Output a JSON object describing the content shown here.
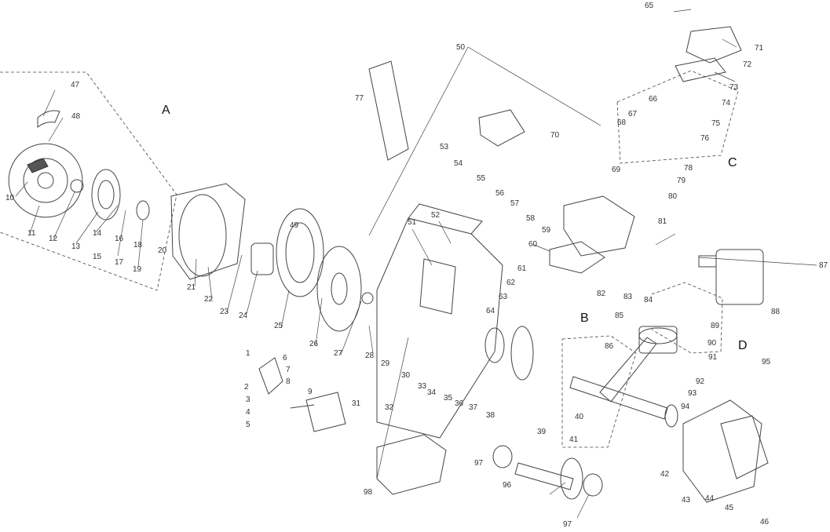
{
  "groups": {
    "A": "A",
    "B": "B",
    "C": "C",
    "D": "D"
  },
  "labels": {
    "n1": "1",
    "n2": "2",
    "n3": "3",
    "n4": "4",
    "n5": "5",
    "n6": "6",
    "n7": "7",
    "n8": "8",
    "n9": "9",
    "n10": "10",
    "n11": "11",
    "n12": "12",
    "n13": "13",
    "n14": "14",
    "n15": "15",
    "n16": "16",
    "n17": "17",
    "n18": "18",
    "n19": "19",
    "n20": "20",
    "n21": "21",
    "n22": "22",
    "n23": "23",
    "n24": "24",
    "n25": "25",
    "n26": "26",
    "n27": "27",
    "n28": "28",
    "n29": "29",
    "n30": "30",
    "n31": "31",
    "n32": "32",
    "n33": "33",
    "n34": "34",
    "n35": "35",
    "n36": "36",
    "n37": "37",
    "n38": "38",
    "n39": "39",
    "n40": "40",
    "n41": "41",
    "n42": "42",
    "n43": "43",
    "n44": "44",
    "n45": "45",
    "n46": "46",
    "n47": "47",
    "n48": "48",
    "n49": "49",
    "n50": "50",
    "n51": "51",
    "n52": "52",
    "n53": "53",
    "n54": "54",
    "n55": "55",
    "n56": "56",
    "n57": "57",
    "n58": "58",
    "n59": "59",
    "n60": "60",
    "n61": "61",
    "n62": "62",
    "n63": "63",
    "n64": "64",
    "n65": "65",
    "n66": "66",
    "n67": "67",
    "n68": "68",
    "n69": "69",
    "n70": "70",
    "n71": "71",
    "n72": "72",
    "n73": "73",
    "n74": "74",
    "n75": "75",
    "n76": "76",
    "n77": "77",
    "n78": "78",
    "n79": "79",
    "n80": "80",
    "n81": "81",
    "n82": "82",
    "n83": "83",
    "n84": "84",
    "n85": "85",
    "n86": "86",
    "n87": "87",
    "n88": "88",
    "n89": "89",
    "n90": "90",
    "n91": "91",
    "n92": "92",
    "n93": "93",
    "n94": "94",
    "n95": "95",
    "n96": "96",
    "n97a": "97",
    "n97b": "97",
    "n98": "98"
  },
  "colors": {
    "line": "#444444",
    "background": "#ffffff"
  }
}
